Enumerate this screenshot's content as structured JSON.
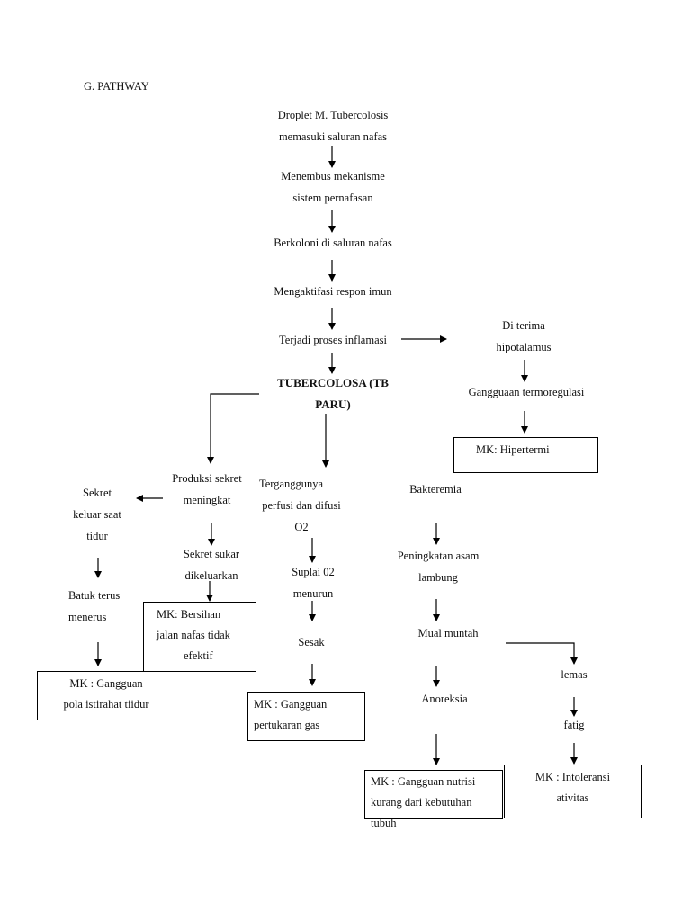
{
  "heading": "G. PATHWAY",
  "main_chain": {
    "droplet": [
      "Droplet M. Tubercolosis",
      "memasuki saluran nafas"
    ],
    "menembus": [
      "Menembus mekanisme",
      "sistem pernafasan"
    ],
    "berkoloni": "Berkoloni di saluran nafas",
    "mengaktifasi": "Mengaktifasi respon imun",
    "inflamasi": "Terjadi proses inflamasi",
    "tb_paru": [
      "TUBERCOLOSA (TB",
      "PARU)"
    ]
  },
  "right_chain": {
    "hipotalamus": [
      "Di terima",
      "hipotalamus"
    ],
    "termoregulasi": "Gangguaan termoregulasi",
    "mk_hipertermi": "MK: Hipertermi"
  },
  "left_branch": {
    "produksi": [
      "Produksi sekret",
      "meningkat"
    ],
    "sekret_keluar": [
      "Sekret",
      "keluar saat",
      "tidur"
    ],
    "batuk": [
      "Batuk terus",
      "menerus"
    ],
    "mk_istirahat": [
      "MK : Gangguan",
      "pola istirahat tiidur"
    ],
    "sekret_sukar": [
      "Sekret sukar",
      "dikeluarkan"
    ],
    "mk_bersihan": [
      "MK: Bersihan",
      "jalan nafas tidak",
      "efektif"
    ]
  },
  "middle_branch": {
    "perfusi": [
      "Terganggunya",
      "perfusi dan difusi",
      "O2"
    ],
    "suplai": [
      "Suplai 02",
      "menurun"
    ],
    "sesak": "Sesak",
    "mk_gas": [
      "MK : Gangguan",
      "pertukaran gas"
    ]
  },
  "right_branch": {
    "bakteremia": "Bakteremia",
    "asam": [
      "Peningkatan asam",
      "lambung"
    ],
    "mual": "Mual muntah",
    "anoreksia": "Anoreksia",
    "mk_nutrisi": [
      "MK : Gangguan nutrisi",
      "kurang dari kebutuhan",
      "tubuh"
    ],
    "lemas": "lemas",
    "fatig": "fatig",
    "mk_intoleransi": [
      "MK : Intoleransi",
      "ativitas"
    ]
  }
}
